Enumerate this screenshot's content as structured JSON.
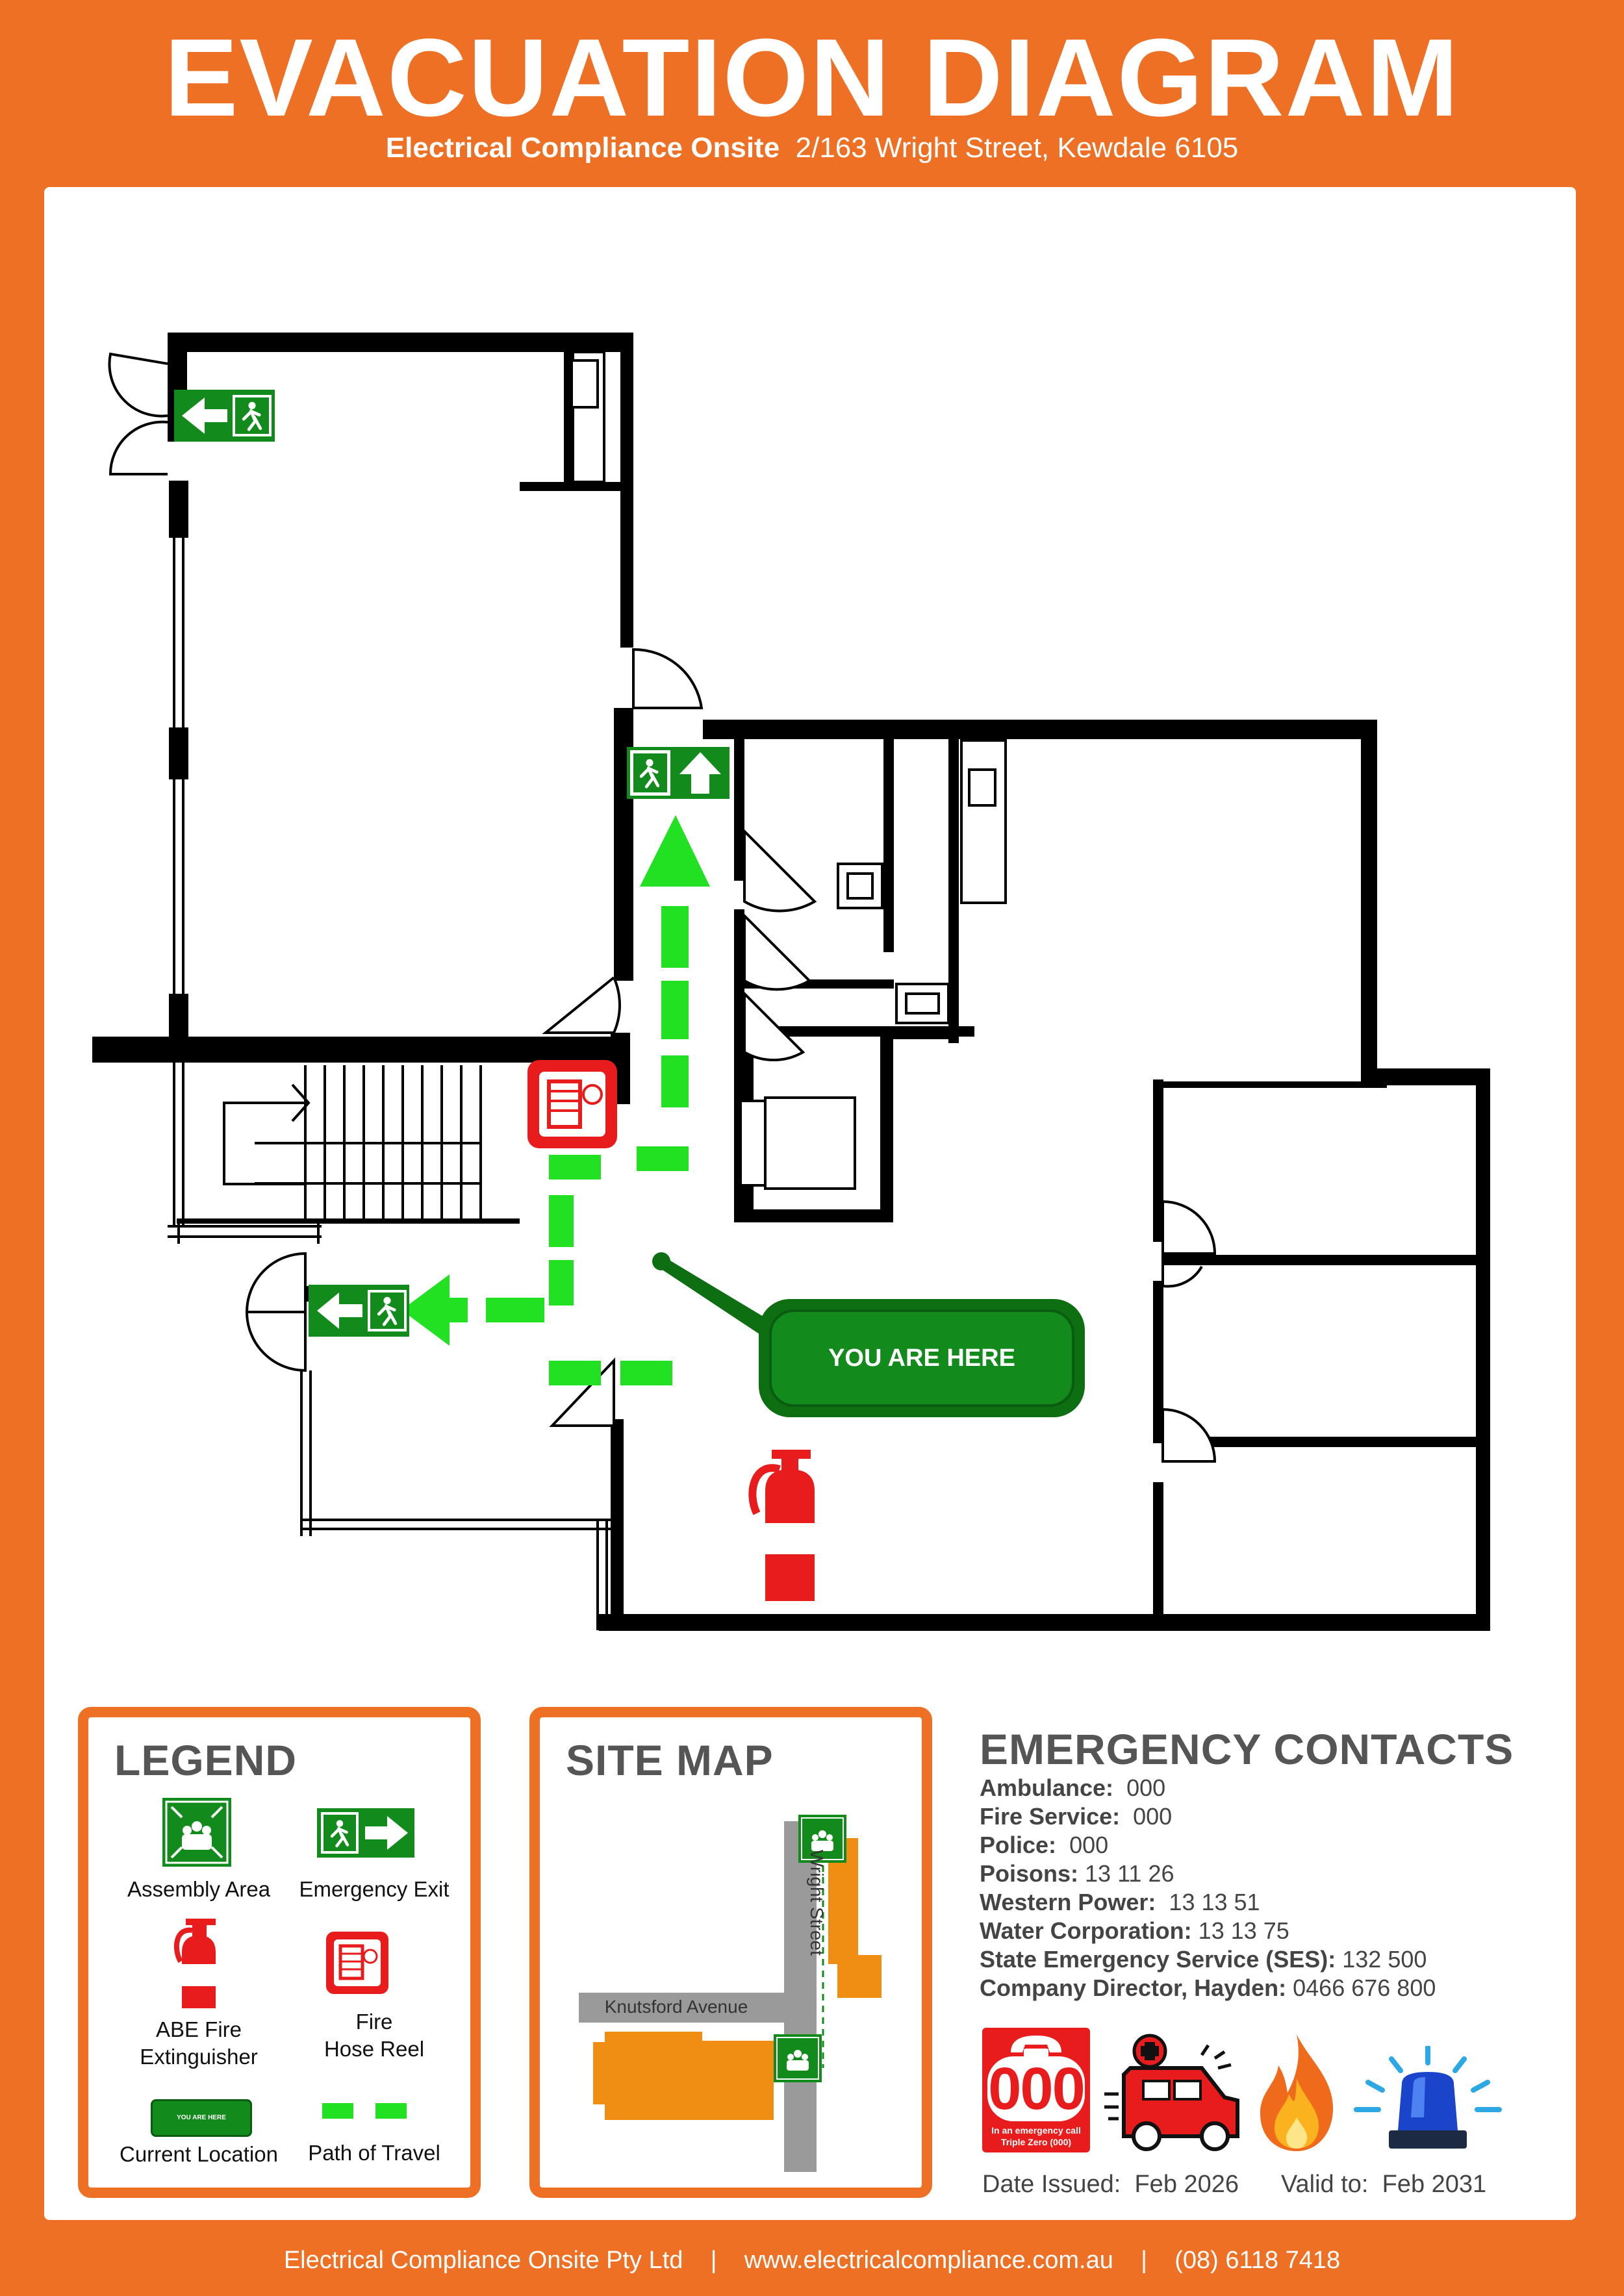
{
  "header": {
    "title": "EVACUATION DIAGRAM",
    "company": "Electrical Compliance Onsite",
    "address": "2/163 Wright Street, Kewdale 6105"
  },
  "floor_plan": {
    "you_are_here": "YOU ARE HERE"
  },
  "legend": {
    "title": "LEGEND",
    "items": [
      {
        "label": "Assembly Area",
        "icon": "assembly-area-icon"
      },
      {
        "label": "Emergency Exit",
        "icon": "emergency-exit-icon"
      },
      {
        "label": "ABE Fire Extinguisher",
        "line1": "ABE Fire",
        "line2": "Extinguisher",
        "icon": "fire-extinguisher-icon"
      },
      {
        "label": "Fire Hose Reel",
        "line1": "Fire",
        "line2": "Hose Reel",
        "icon": "fire-hose-reel-icon"
      },
      {
        "label": "Current Location",
        "icon": "current-location-icon",
        "badge": "YOU ARE HERE"
      },
      {
        "label": "Path of Travel",
        "icon": "path-of-travel-icon"
      }
    ]
  },
  "site_map": {
    "title": "SITE MAP",
    "street1": "Wright Street",
    "street2": "Knutsford Avenue"
  },
  "contacts": {
    "title": "EMERGENCY CONTACTS",
    "rows": [
      {
        "name": "Ambulance:",
        "number": "000"
      },
      {
        "name": "Fire Service:",
        "number": "000"
      },
      {
        "name": "Police:",
        "number": "000"
      },
      {
        "name": "Poisons:",
        "number": "13 11 26"
      },
      {
        "name": "Western Power:",
        "number": "13 13 51"
      },
      {
        "name": "Water Corporation:",
        "number": "13 13 75"
      },
      {
        "name": "State Emergency Service (SES):",
        "number": "132 500"
      },
      {
        "name": "Company Director, Hayden:",
        "number": "0466 676 800"
      }
    ],
    "badge_number": "000",
    "badge_line1": "In an emergency call",
    "badge_line2": "Triple Zero (000)",
    "date_issued_label": "Date Issued:",
    "date_issued": "Feb 2026",
    "valid_to_label": "Valid to:",
    "valid_to": "Feb 2031"
  },
  "footer": {
    "company": "Electrical Compliance Onsite Pty Ltd",
    "website": "www.electricalcompliance.com.au",
    "phone": "(08) 6118 7418",
    "separator": "|"
  },
  "colors": {
    "brand_orange": "#ee7024",
    "exit_green": "#138a1c",
    "path_green": "#22e022",
    "fire_red": "#e81c1c",
    "site_building": "#ef8e12",
    "road_grey": "#9a9a9a"
  }
}
